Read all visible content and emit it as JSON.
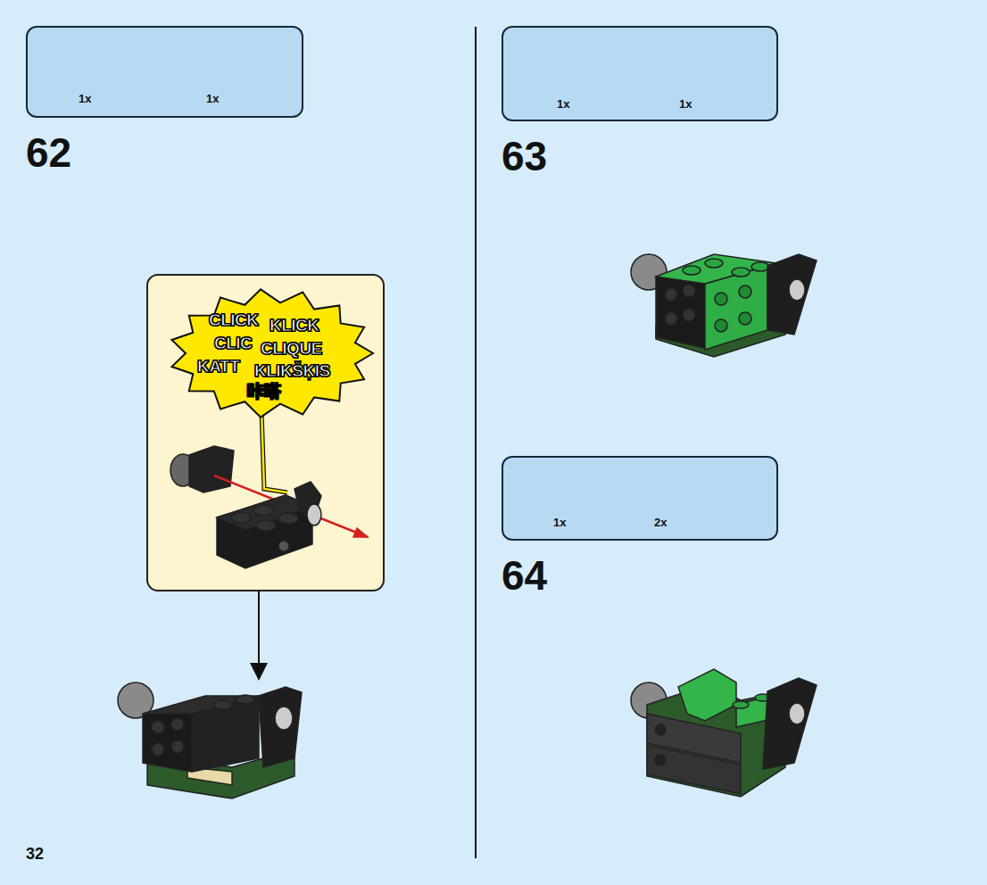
{
  "diagram": {
    "nodes": [
      {
        "text": [
          "1x",
          "1x"
        ]
      },
      {
        "text": [
          "CLICK",
          "KLICK",
          "CLIC",
          "CLIQUE",
          "KATT",
          "KLIKŠĶIS",
          "咔嗒"
        ]
      },
      {
        "text": [
          "1x",
          "1x"
        ]
      },
      {
        "text": [
          "1x",
          "2x"
        ]
      }
    ],
    "labels": [
      "62",
      "63",
      "64",
      "32"
    ]
  }
}
